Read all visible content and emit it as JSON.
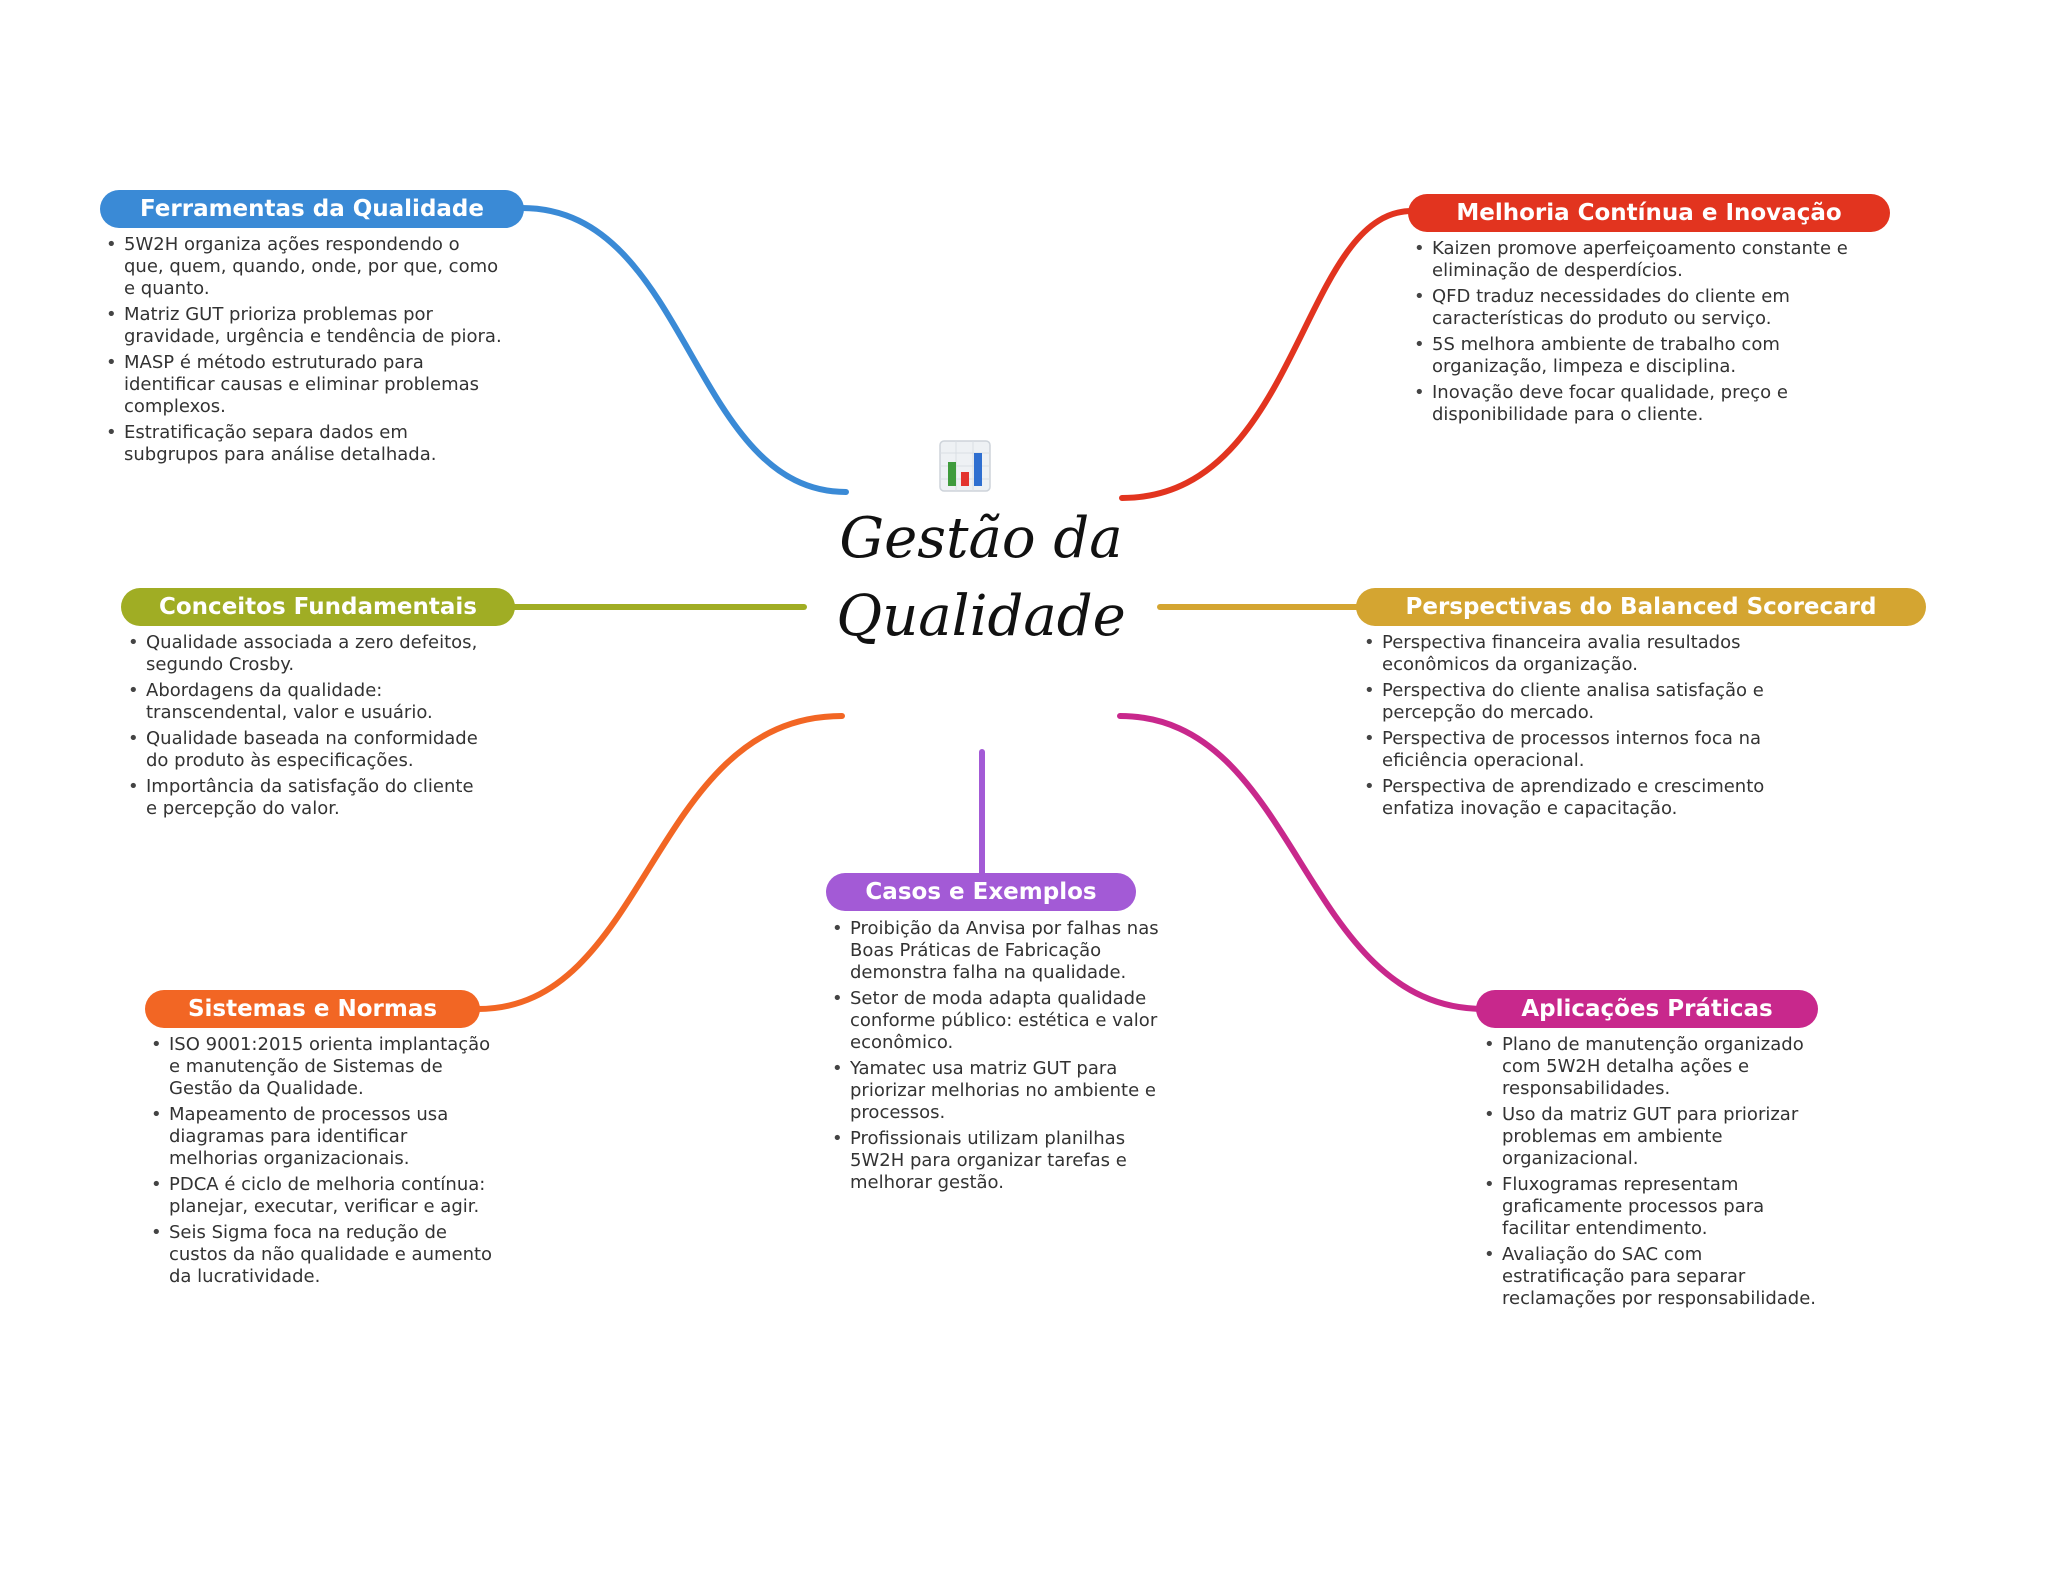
{
  "center": {
    "title": "Gestão da Qualidade",
    "icon": "bar-chart-icon"
  },
  "colors": {
    "ferramentas": "#3a8ad6",
    "conceitos": "#a0ad24",
    "sistemas": "#f26624",
    "casos": "#a35ad6",
    "melhoria": "#e2341f",
    "perspectivas": "#d4a531",
    "aplicacoes": "#c8288c"
  },
  "branches": {
    "ferramentas": {
      "title": "Ferramentas da Qualidade",
      "items": [
        "5W2H organiza ações respondendo o que, quem, quando, onde, por que, como e quanto.",
        "Matriz GUT prioriza problemas por gravidade, urgência e tendência de piora.",
        "MASP é método estruturado para identificar causas e eliminar problemas complexos.",
        "Estratificação separa dados em subgrupos para análise detalhada."
      ]
    },
    "conceitos": {
      "title": "Conceitos Fundamentais",
      "items": [
        "Qualidade associada a zero defeitos, segundo Crosby.",
        "Abordagens da qualidade: transcendental, valor e usuário.",
        "Qualidade baseada na conformidade do produto às especificações.",
        "Importância da satisfação do cliente e percepção do valor."
      ]
    },
    "sistemas": {
      "title": "Sistemas e Normas",
      "items": [
        "ISO 9001:2015 orienta implantação e manutenção de Sistemas de Gestão da Qualidade.",
        "Mapeamento de processos usa diagramas para identificar melhorias organizacionais.",
        "PDCA é ciclo de melhoria contínua: planejar, executar, verificar e agir.",
        "Seis Sigma foca na redução de custos da não qualidade e aumento da lucratividade."
      ]
    },
    "casos": {
      "title": "Casos e Exemplos",
      "items": [
        "Proibição da Anvisa por falhas nas Boas Práticas de Fabricação demonstra falha na qualidade.",
        "Setor de moda adapta qualidade conforme público: estética e valor econômico.",
        "Yamatec usa matriz GUT para priorizar melhorias no ambiente e processos.",
        "Profissionais utilizam planilhas 5W2H para organizar tarefas e melhorar gestão."
      ]
    },
    "melhoria": {
      "title": "Melhoria Contínua e Inovação",
      "items": [
        "Kaizen promove aperfeiçoamento constante e eliminação de desperdícios.",
        "QFD traduz necessidades do cliente em características do produto ou serviço.",
        "5S melhora ambiente de trabalho com organização, limpeza e disciplina.",
        "Inovação deve focar qualidade, preço e disponibilidade para o cliente."
      ]
    },
    "perspectivas": {
      "title": "Perspectivas do Balanced Scorecard",
      "items": [
        "Perspectiva financeira avalia resultados econômicos da organização.",
        "Perspectiva do cliente analisa satisfação e percepção do mercado.",
        "Perspectiva de processos internos foca na eficiência operacional.",
        "Perspectiva de aprendizado e crescimento enfatiza inovação e capacitação."
      ]
    },
    "aplicacoes": {
      "title": "Aplicações Práticas",
      "items": [
        "Plano de manutenção organizado com 5W2H detalha ações e responsabilidades.",
        "Uso da matriz GUT para priorizar problemas em ambiente organizacional.",
        "Fluxogramas representam graficamente processos para facilitar entendimento.",
        "Avaliação do SAC com estratificação para separar reclamações por responsabilidade."
      ]
    }
  }
}
